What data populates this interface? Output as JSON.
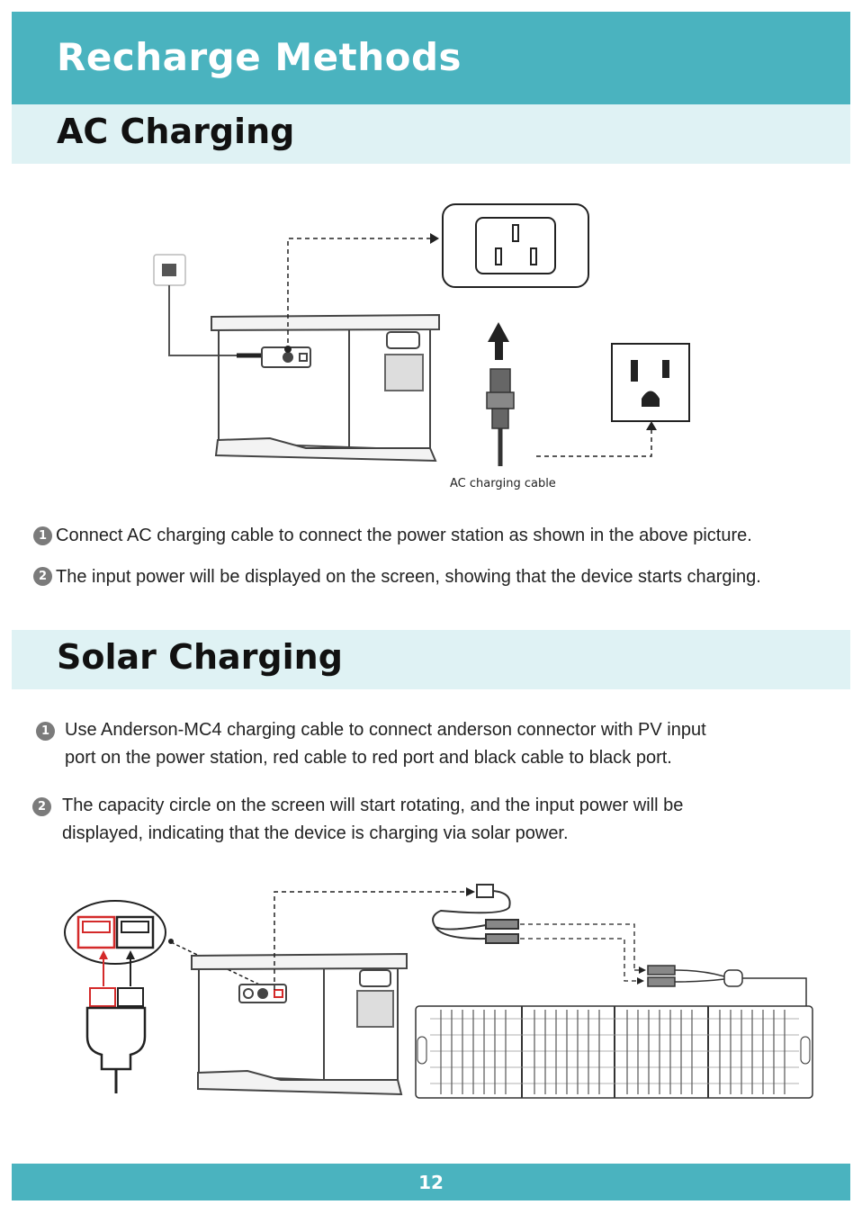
{
  "header": {
    "title": "Recharge Methods"
  },
  "ac_section": {
    "title": "AC Charging",
    "figure_caption": "AC charging cable",
    "steps": [
      {
        "number": "1",
        "text": "Connect AC charging cable to connect the power station as shown in the above picture."
      },
      {
        "number": "2",
        "text": "The input power will be displayed on the screen, showing that the device starts charging."
      }
    ]
  },
  "solar_section": {
    "title": "Solar Charging",
    "steps": [
      {
        "number": "1",
        "line1": "Use Anderson-MC4 charging cable to connect anderson connector with PV input",
        "line2": "port on the power station, red cable to red port and black cable to black port."
      },
      {
        "number": "2",
        "line1": "The capacity circle on the screen will start rotating, and the input power will be",
        "line2": "displayed, indicating that the device is charging via solar power."
      }
    ]
  },
  "footer": {
    "page_number": "12"
  },
  "colors": {
    "brand_teal": "#4ab3bf",
    "band_light": "#dff2f4",
    "cable_red": "#d42a2a"
  }
}
